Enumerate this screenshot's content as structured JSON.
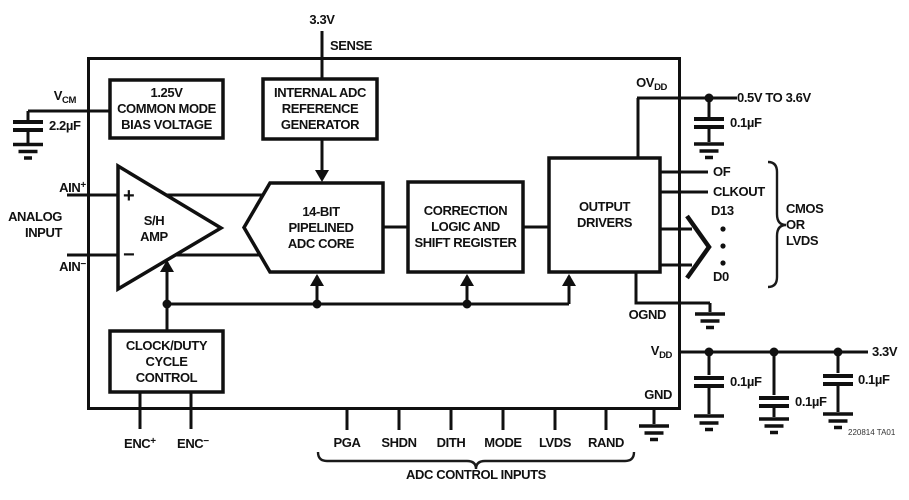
{
  "supplies": {
    "top_rail": "3.3V",
    "sense": "SENSE",
    "ovdd_range": "0.5V TO 3.6V",
    "vdd_rail": "3.3V"
  },
  "caps": {
    "vcm_cap": "2.2µF",
    "ovdd_cap": "0.1µF",
    "vdd_cap1": "0.1µF",
    "vdd_cap2": "0.1µF",
    "vdd_cap3": "0.1µF"
  },
  "pins": {
    "vcm": {
      "base": "V",
      "sub": "CM"
    },
    "ain_plus": {
      "base": "AIN",
      "sup": "+"
    },
    "ain_minus": {
      "base": "AIN",
      "sup": "−"
    },
    "enc_plus": {
      "base": "ENC",
      "sup": "+"
    },
    "enc_minus": {
      "base": "ENC",
      "sup": "−"
    },
    "ovdd": {
      "base": "OV",
      "sub": "DD"
    },
    "ognd": "OGND",
    "vdd": {
      "base": "V",
      "sub": "DD"
    },
    "gnd": "GND",
    "of": "OF",
    "clkout": "CLKOUT",
    "d13": "D13",
    "d0": "D0"
  },
  "blocks": {
    "bias": {
      "lines": [
        "1.25V",
        "COMMON MODE",
        "BIAS VOLTAGE"
      ]
    },
    "refgen": {
      "lines": [
        "INTERNAL ADC",
        "REFERENCE",
        "GENERATOR"
      ]
    },
    "sh_amp": {
      "lines": [
        "S/H",
        "AMP"
      ],
      "plus": "+",
      "minus": "−"
    },
    "adc_core": {
      "lines": [
        "14-BIT",
        "PIPELINED",
        "ADC CORE"
      ]
    },
    "correction": {
      "lines": [
        "CORRECTION",
        "LOGIC AND",
        "SHIFT REGISTER"
      ]
    },
    "drivers": {
      "lines": [
        "OUTPUT",
        "DRIVERS"
      ]
    },
    "clock": {
      "lines": [
        "CLOCK/DUTY",
        "CYCLE",
        "CONTROL"
      ]
    }
  },
  "annotations": {
    "analog_input": {
      "lines": [
        "ANALOG",
        "INPUT"
      ]
    },
    "bus_mode": {
      "lines": [
        "CMOS",
        "OR",
        "LVDS"
      ]
    },
    "control_inputs": {
      "labels": [
        "PGA",
        "SHDN",
        "DITH",
        "MODE",
        "LVDS",
        "RAND"
      ],
      "caption": "ADC CONTROL INPUTS"
    },
    "note": "220814 TA01"
  }
}
